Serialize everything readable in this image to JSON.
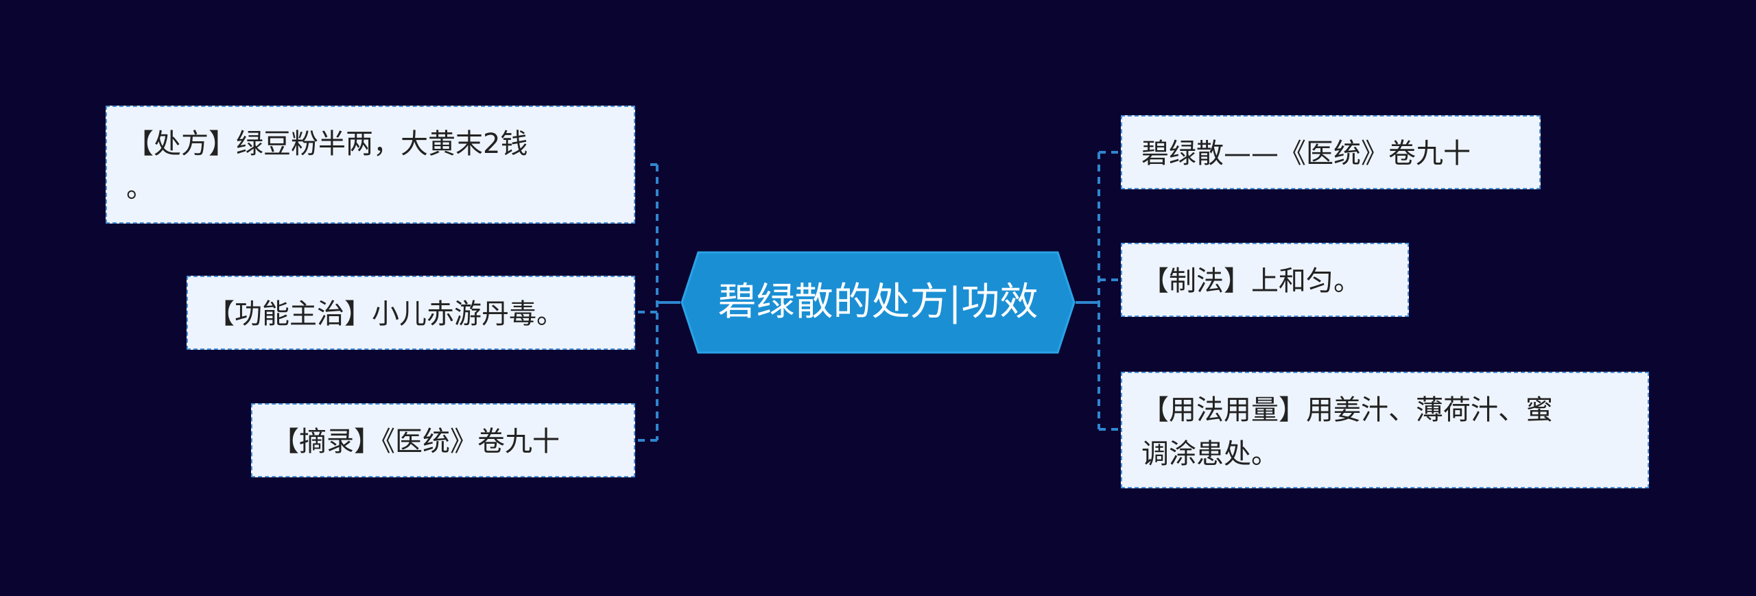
{
  "colors": {
    "background": "#0a0530",
    "center_fill": "#1b8fd4",
    "center_border": "#2aa3e6",
    "node_fill": "#eef4fd",
    "node_border": "#4a90d9",
    "connector": "#2f86d0"
  },
  "center": {
    "title": "碧绿散的处方|功效"
  },
  "left_nodes": [
    {
      "lines": [
        "【处方】绿豆粉半两，大黄末2钱",
        "。"
      ]
    },
    {
      "lines": [
        "【功能主治】小儿赤游丹毒。"
      ]
    },
    {
      "lines": [
        "【摘录】《医统》卷九十"
      ]
    }
  ],
  "right_nodes": [
    {
      "lines": [
        "碧绿散——《医统》卷九十"
      ]
    },
    {
      "lines": [
        "【制法】上和匀。"
      ]
    },
    {
      "lines": [
        "【用法用量】用姜汁、薄荷汁、蜜",
        "调涂患处。"
      ]
    }
  ]
}
